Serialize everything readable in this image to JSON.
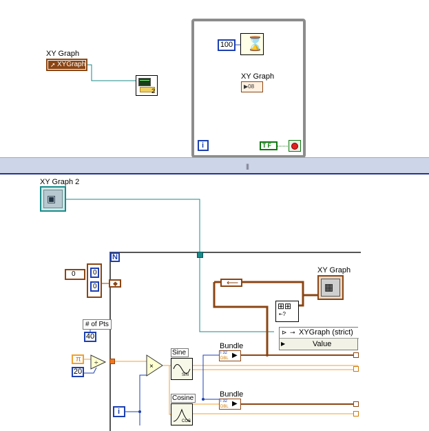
{
  "top_panel": {
    "xy_graph_label": "XY Graph",
    "ref_terminal_text": "XYGraph",
    "graph_node_index": "2",
    "while_loop": {
      "wait_constant": "100",
      "node_label": "XY Graph",
      "node_text": "▶08",
      "stop_tf": "TF",
      "iteration_terminal": "i"
    }
  },
  "bottom_panel": {
    "xy_graph2_label": "XY Graph 2",
    "for_loop": {
      "count_terminal": "N",
      "iteration_terminal": "i",
      "array_index": "0",
      "array_value_top": "0",
      "array_value_bottom": "0",
      "num_pts_label": "# of Pts",
      "num_pts_value": "40",
      "pi_constant": "π",
      "divisor_value": "20",
      "sine_label": "Sine",
      "sine_sub": "SIN",
      "cosine_label": "Cosine",
      "cosine_sub": "COS",
      "bundle1_label": "Bundle",
      "bundle2_label": "Bundle",
      "bundle_i32": "I 32",
      "bundle_dbl": "DBL",
      "xy_graph_label": "XY Graph",
      "property_node_class": "XYGraph (strict)",
      "property_node_value": "Value"
    }
  },
  "colors": {
    "numeric_wire": "#f0a030",
    "int_wire": "#1c3fb0",
    "cluster_wire": "#8b4513",
    "ref_wire": "#1a8a8a",
    "loop_border": "#888888",
    "bool_wire": "#0c7a0c"
  }
}
